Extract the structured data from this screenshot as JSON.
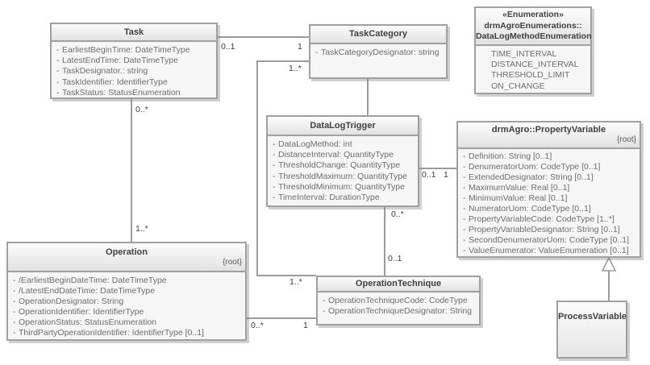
{
  "colors": {
    "line": "#9b9b9b",
    "box_border": "#a0a0a0",
    "box_fill": "#f6f6f6",
    "title_text": "#3f3f3f",
    "attr_text": "#6d6d6d"
  },
  "classes": {
    "task": {
      "name": "Task",
      "attributes": [
        {
          "m": "-",
          "t": "EarliestBeginTime: DateTimeType"
        },
        {
          "m": "-",
          "t": "LatestEndTime: DateTimeType"
        },
        {
          "m": "-",
          "t": "TaskDesignator.: string"
        },
        {
          "m": "-",
          "t": "TaskIdentifier: IdentifierType"
        },
        {
          "m": "-",
          "t": "TaskStatus: StatusEnumeration"
        }
      ]
    },
    "task_category": {
      "name": "TaskCategory",
      "attributes": [
        {
          "m": "-",
          "t": "TaskCategoryDesignator: string"
        }
      ]
    },
    "data_log_method_enumeration": {
      "stereotype": "«Enumeration»",
      "namespace_line": "drmAgroEnumerations::",
      "name": "DataLogMethodEnumeration",
      "literals": [
        "TIME_INTERVAL",
        "DISTANCE_INTERVAL",
        "THRESHOLD_LIMIT",
        "ON_CHANGE"
      ]
    },
    "data_log_trigger": {
      "name": "DataLogTrigger",
      "attributes": [
        {
          "m": "-",
          "t": "DataLogMethod: int"
        },
        {
          "m": "-",
          "t": "DistanceInterval: QuantityType"
        },
        {
          "m": "-",
          "t": "ThresholdChange: QuantityType"
        },
        {
          "m": "-",
          "t": "ThresholdMaximum: QuantityType"
        },
        {
          "m": "-",
          "t": "ThresholdMinimum: QuantityType"
        },
        {
          "m": "-",
          "t": "TimeInterval: DurationType"
        }
      ]
    },
    "property_variable": {
      "name": "drmAgro::PropertyVariable",
      "tag": "{root}",
      "attributes": [
        {
          "m": "-",
          "t": "Definition: String [0..1]"
        },
        {
          "m": "-",
          "t": "DenumeratorUom: CodeType [0..1]"
        },
        {
          "m": "-",
          "t": "ExtendedDesignator: String [0..1]"
        },
        {
          "m": "-",
          "t": "MaximumValue: Real [0..1]"
        },
        {
          "m": "-",
          "t": "MinimumValue: Real [0..1]"
        },
        {
          "m": "-",
          "t": "NumeratorUom: CodeType [0..1]"
        },
        {
          "m": "-",
          "t": "PropertyVariableCode: CodeType [1..*]"
        },
        {
          "m": "-",
          "t": "PropertyVariableDesignator: String [0..1]"
        },
        {
          "m": "-",
          "t": "SecondDenumeratorUom: CodeType [0..1]"
        },
        {
          "m": "-",
          "t": "ValueEnumerator: ValueEnumeration [0..1]"
        }
      ]
    },
    "operation": {
      "name": "Operation",
      "tag": "{root}",
      "attributes": [
        {
          "m": "-",
          "t": "/EarliestBeginDateTime: DateTimeType"
        },
        {
          "m": "-",
          "t": "/LatestEndDateTime: DateTimeType"
        },
        {
          "m": "-",
          "t": "OperationDesignator: String"
        },
        {
          "m": "-",
          "t": "OperationIdentifier: IdentifierType"
        },
        {
          "m": "-",
          "t": "OperationStatus: StatusEnumeration"
        },
        {
          "m": "-",
          "t": "ThirdPartyOperationIdentifier: IdentifierType [0..1]"
        }
      ]
    },
    "operation_technique": {
      "name": "OperationTechnique",
      "attributes": [
        {
          "m": "-",
          "t": "OperationTechniqueCode: CodeType"
        },
        {
          "m": "-",
          "t": "OperationTechniqueDesignator: String"
        }
      ]
    },
    "process_variable": {
      "name": "ProcessVariable"
    }
  },
  "multiplicities": {
    "task_taskcategory_task_end": "0..1",
    "task_taskcategory_category_end": "1",
    "taskcategory_technique_category_end": "1..*",
    "taskcategory_technique_technique_end": "1..*",
    "task_operation_task_end": "0..*",
    "task_operation_operation_end": "1..*",
    "trigger_propertyvariable_trigger_end": "0..1",
    "trigger_propertyvariable_property_end": "1",
    "trigger_technique_trigger_end": "0..*",
    "trigger_technique_technique_end": "0..1",
    "operation_technique_operation_end": "0..*",
    "operation_technique_technique_end": "1"
  }
}
